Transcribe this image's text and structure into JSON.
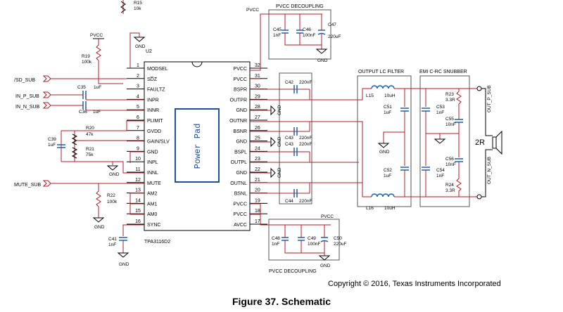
{
  "caption": "Figure 37.  Schematic",
  "copyright": "Copyright © 2016, Texas Instruments Incorporated",
  "ic": {
    "ref": "U2",
    "part": "TPA3116D2",
    "pad_label": "Power Pad",
    "left_pins": [
      {
        "num": "1",
        "name": "MODSEL"
      },
      {
        "num": "2",
        "name": "SD̅Z"
      },
      {
        "num": "3",
        "name": "FAULTZ"
      },
      {
        "num": "4",
        "name": "INPR"
      },
      {
        "num": "5",
        "name": "INNR"
      },
      {
        "num": "6",
        "name": "PLIMIT"
      },
      {
        "num": "7",
        "name": "GVDD"
      },
      {
        "num": "8",
        "name": "GAIN/SLV"
      },
      {
        "num": "9",
        "name": "GND"
      },
      {
        "num": "10",
        "name": "INPL"
      },
      {
        "num": "11",
        "name": "INNL"
      },
      {
        "num": "12",
        "name": "MUTE"
      },
      {
        "num": "13",
        "name": "AM2"
      },
      {
        "num": "14",
        "name": "AM1"
      },
      {
        "num": "15",
        "name": "AM0"
      },
      {
        "num": "16",
        "name": "SYNC"
      }
    ],
    "right_pins": [
      {
        "num": "32",
        "name": "PVCC"
      },
      {
        "num": "31",
        "name": "PVCC"
      },
      {
        "num": "30",
        "name": "BSPR"
      },
      {
        "num": "29",
        "name": "OUTPR"
      },
      {
        "num": "28",
        "name": "GND"
      },
      {
        "num": "27",
        "name": "OUTNR"
      },
      {
        "num": "26",
        "name": "BSNR"
      },
      {
        "num": "25",
        "name": "GND"
      },
      {
        "num": "24",
        "name": "BSPL"
      },
      {
        "num": "23",
        "name": "OUTPL"
      },
      {
        "num": "22",
        "name": "GND"
      },
      {
        "num": "21",
        "name": "OUTNL"
      },
      {
        "num": "20",
        "name": "BSNL"
      },
      {
        "num": "19",
        "name": "PVCC"
      },
      {
        "num": "18",
        "name": "PVCC"
      },
      {
        "num": "17",
        "name": "AVCC"
      }
    ]
  },
  "nets": {
    "sd_sub": "/SD_SUB",
    "in_p_sub": "IN_P_SUB",
    "in_n_sub": "IN_N_SUB",
    "mute_sub": "MUTE_SUB",
    "out_p_sub": "OUT_P_SUB",
    "out_n_sub": "OUT_N_SUB",
    "pvcc": "PVCC",
    "gnd": "GND"
  },
  "sections": {
    "pvcc_decoupling_top": "PVCC DECOUPLING",
    "pvcc_decoupling_bottom": "PVCC DECOUPLING",
    "output_lc_filter": "OUTPUT LC FILTER",
    "emi_snubber": "EMI C-RC SNUBBER"
  },
  "parts": {
    "r19": {
      "ref": "R19",
      "val": "100k"
    },
    "r20": {
      "ref": "R20",
      "val": "47k"
    },
    "r21": {
      "ref": "R21",
      "val": "75k"
    },
    "r22": {
      "ref": "R22",
      "val": "100k"
    },
    "r_top": {
      "ref": "R15",
      "val": "10k"
    },
    "r23": {
      "ref": "R23",
      "val": "3.3R"
    },
    "r24": {
      "ref": "R24",
      "val": "3.3R"
    },
    "c35": {
      "ref": "C35",
      "val": "1uF"
    },
    "c36": {
      "ref": "C36",
      "val": "1uF"
    },
    "c39": {
      "ref": "C39",
      "val": "1uF"
    },
    "c41": {
      "ref": "C41",
      "val": "1nF"
    },
    "c42": {
      "ref": "C42",
      "val": "220nF"
    },
    "c43a": {
      "ref": "C43",
      "val": "220nF"
    },
    "c43b": {
      "ref": "C43",
      "val": "220nF"
    },
    "c44": {
      "ref": "C44",
      "val": "220nF"
    },
    "c45": {
      "ref": "C45",
      "val": "1nF"
    },
    "c46": {
      "ref": "C46",
      "val": "100nF"
    },
    "c47": {
      "ref": "C47",
      "val": "220uF"
    },
    "c48": {
      "ref": "C48",
      "val": "1nF"
    },
    "c49": {
      "ref": "C49",
      "val": "100nF"
    },
    "c50": {
      "ref": "C50",
      "val": "220uF"
    },
    "c51": {
      "ref": "C51",
      "val": "1uF"
    },
    "c52": {
      "ref": "C52",
      "val": "1uF"
    },
    "c53": {
      "ref": "C53",
      "val": "1nF"
    },
    "c54": {
      "ref": "C54",
      "val": "1nF"
    },
    "c55": {
      "ref": "C55",
      "val": "10nF"
    },
    "c56": {
      "ref": "C56",
      "val": "10nF"
    },
    "l15": {
      "ref": "L15",
      "val": "10uH"
    },
    "l16": {
      "ref": "L16",
      "val": "10uH"
    },
    "spk": {
      "val": "2R"
    }
  }
}
